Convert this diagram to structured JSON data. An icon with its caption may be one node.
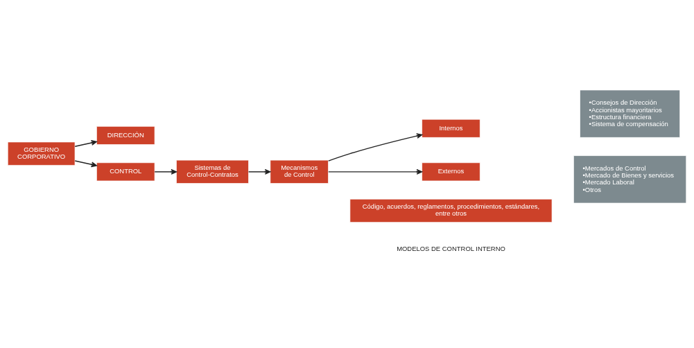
{
  "diagram": {
    "nodes": [
      {
        "text": [
          "GOBIERNO CORPORATIVO"
        ]
      },
      {
        "text": [
          "DIRECCIÓN"
        ]
      },
      {
        "text": [
          "CONTROL"
        ]
      },
      {
        "text": [
          "Sistemas de Control-Contratos"
        ]
      },
      {
        "text": [
          "Mecanismos de Control"
        ]
      },
      {
        "text": [
          "Internos"
        ]
      },
      {
        "text": [
          "Externos"
        ]
      },
      {
        "text": [
          "•Consejos de Dirección",
          "•Accionistas mayoritarios",
          "•Estructura financiera",
          "•Sistema de compensación"
        ]
      },
      {
        "text": [
          "•Mercados de Control",
          "•Mercado de Bienes y servicios",
          "•Mercado Laboral",
          "•Otros"
        ]
      },
      {
        "text": [
          "Código, acuerdos, reglamentos, procedimientos, estándares, entre otros"
        ]
      }
    ],
    "edges": [
      {
        "from": 0,
        "to": 1,
        "arrow": "to"
      },
      {
        "from": 0,
        "to": 2,
        "arrow": "to"
      },
      {
        "from": 2,
        "to": 3,
        "arrow": "to"
      },
      {
        "from": 3,
        "to": 4,
        "arrow": "to"
      },
      {
        "from": 4,
        "to": 5,
        "arrow": "to"
      },
      {
        "from": 4,
        "to": 6,
        "arrow": "to"
      }
    ],
    "labels": [
      "MODELOS DE CONTROL INTERNO"
    ]
  }
}
